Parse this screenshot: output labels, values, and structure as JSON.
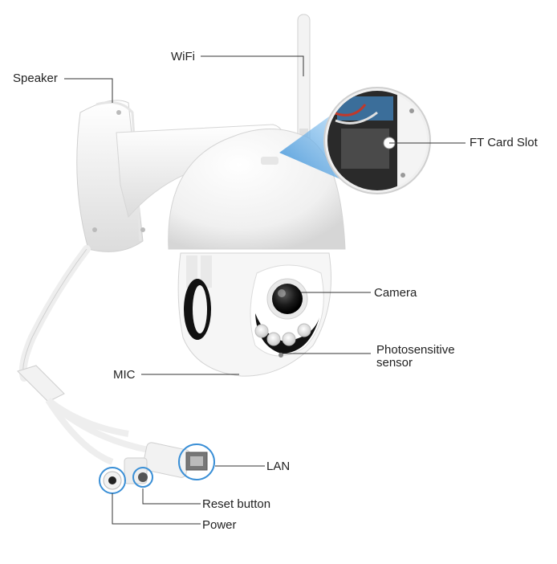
{
  "labels": {
    "wifi": "WiFi",
    "speaker": "Speaker",
    "ft_card_slot": "FT Card Slot",
    "camera": "Camera",
    "photosensitive_line1": "Photosensitive",
    "photosensitive_line2": "sensor",
    "mic": "MIC",
    "lan": "LAN",
    "reset_button": "Reset button",
    "power": "Power"
  },
  "colors": {
    "body": "#f4f4f4",
    "shade": "#d9d9d9",
    "leader_line": "#333333",
    "accent_blue": "#3a8fd6",
    "lens": "#1a1a1a"
  }
}
